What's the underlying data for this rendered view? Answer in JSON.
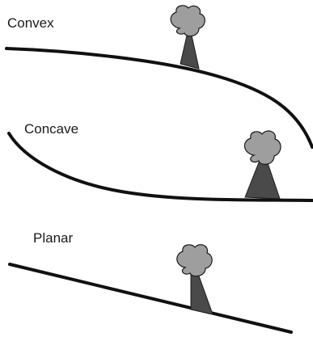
{
  "labels": {
    "convex": "Convex",
    "concave": "Concave",
    "planar": "Planar"
  },
  "colors": {
    "slope_line": "#111111",
    "tree_crown": "#9e9e9e",
    "trunk": "#4a4a4a",
    "outline": "#1a1a1a"
  }
}
